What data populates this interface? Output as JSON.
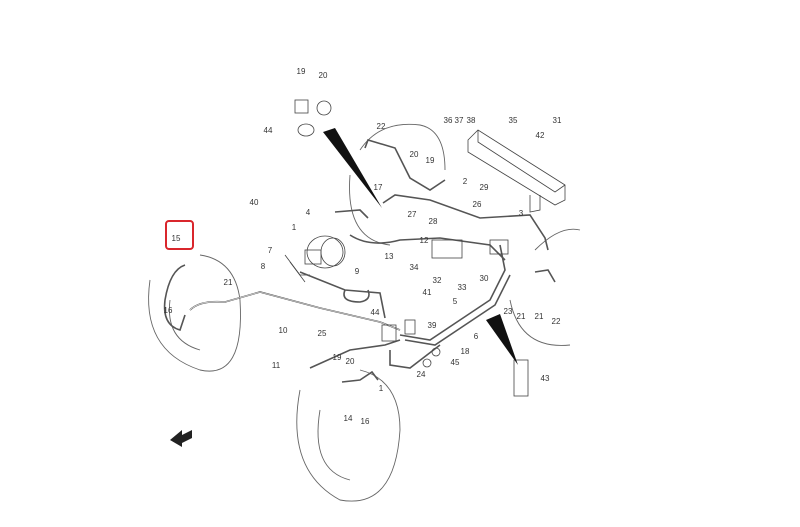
{
  "diagram": {
    "title": "Brake pipe parts diagram",
    "highlighted_part": "15",
    "highlight_color": "#d9262c",
    "callouts": [
      "19",
      "20",
      "44",
      "22",
      "36",
      "37",
      "38",
      "35",
      "31",
      "42",
      "20",
      "19",
      "2",
      "29",
      "17",
      "26",
      "27",
      "28",
      "4",
      "3",
      "40",
      "1",
      "12",
      "13",
      "34",
      "32",
      "33",
      "30",
      "7",
      "8",
      "9",
      "15",
      "21",
      "16",
      "10",
      "25",
      "44",
      "41",
      "5",
      "39",
      "6",
      "23",
      "21",
      "21",
      "22",
      "11",
      "19",
      "20",
      "18",
      "45",
      "24",
      "14",
      "16",
      "43",
      "1"
    ]
  }
}
